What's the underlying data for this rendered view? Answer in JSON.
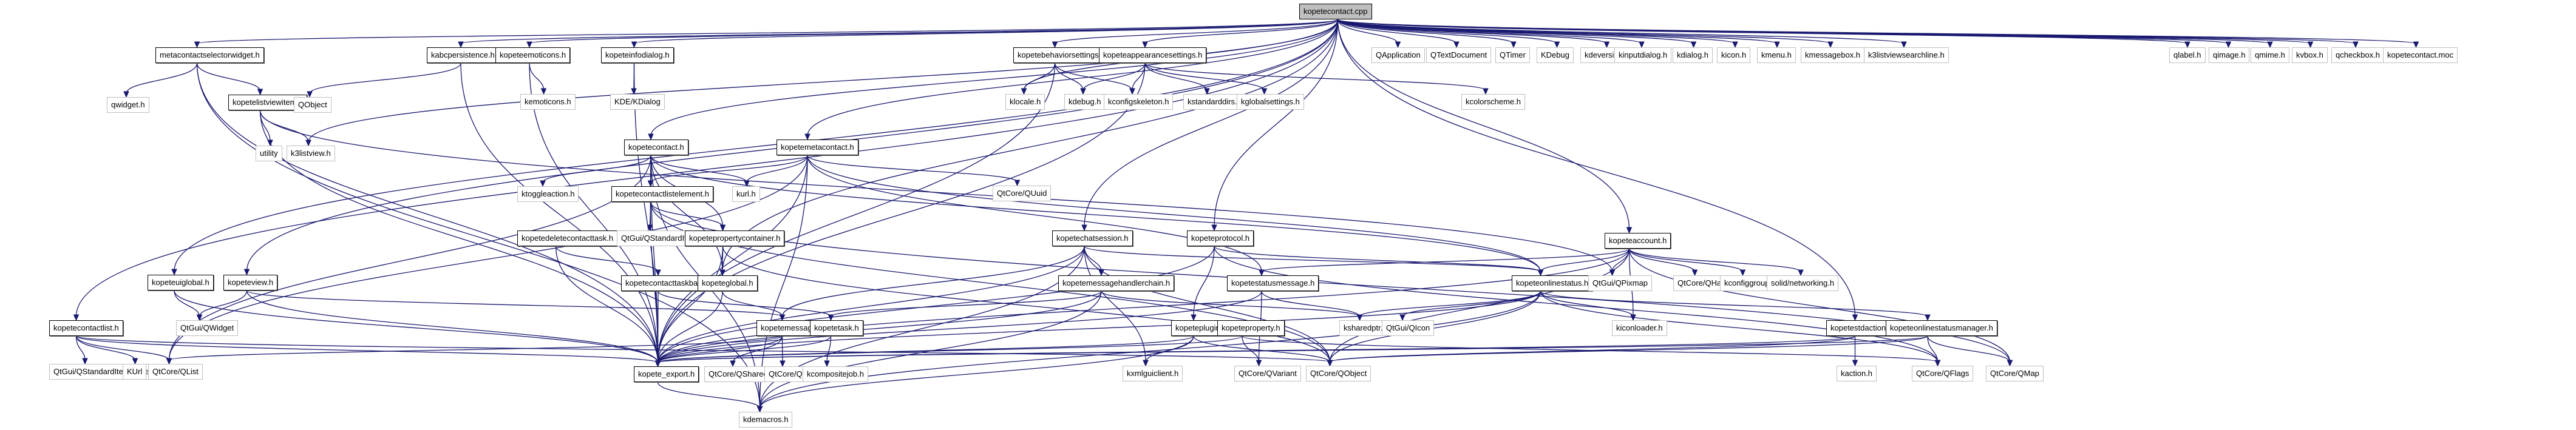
{
  "title": "kopetecontact.cpp include dependency graph",
  "colors": {
    "edge": "#191970",
    "root_fill": "#bfbfbf",
    "local_border": "#000000",
    "external_border": "#bfbfbf"
  },
  "nodes": [
    {
      "id": "root",
      "label": "kopetecontact.cpp",
      "kind": "root"
    },
    {
      "id": "metacontactselectorwidget",
      "label": "metacontactselectorwidget.h",
      "kind": "local"
    },
    {
      "id": "kabcpersistence",
      "label": "kabcpersistence.h",
      "kind": "local"
    },
    {
      "id": "kopeteemoticons",
      "label": "kopeteemoticons.h",
      "kind": "local"
    },
    {
      "id": "kopeteinfodialog",
      "label": "kopeteinfodialog.h",
      "kind": "local"
    },
    {
      "id": "kopetebehaviorsettings",
      "label": "kopetebehaviorsettings.h",
      "kind": "local"
    },
    {
      "id": "kopeteappearancesettings",
      "label": "kopeteappearancesettings.h",
      "kind": "local"
    },
    {
      "id": "QApplication",
      "label": "QApplication",
      "kind": "ext"
    },
    {
      "id": "QTextDocument",
      "label": "QTextDocument",
      "kind": "ext"
    },
    {
      "id": "QTimer",
      "label": "QTimer",
      "kind": "ext"
    },
    {
      "id": "KDebug",
      "label": "KDebug",
      "kind": "ext"
    },
    {
      "id": "kdeversion",
      "label": "kdeversion.h",
      "kind": "ext"
    },
    {
      "id": "kinputdialog",
      "label": "kinputdialog.h",
      "kind": "ext"
    },
    {
      "id": "kdialog",
      "label": "kdialog.h",
      "kind": "ext"
    },
    {
      "id": "kicon",
      "label": "kicon.h",
      "kind": "ext"
    },
    {
      "id": "kmenu",
      "label": "kmenu.h",
      "kind": "ext"
    },
    {
      "id": "kmessagebox",
      "label": "kmessagebox.h",
      "kind": "ext"
    },
    {
      "id": "k3listviewsearchline",
      "label": "k3listviewsearchline.h",
      "kind": "ext"
    },
    {
      "id": "qlabel",
      "label": "qlabel.h",
      "kind": "ext"
    },
    {
      "id": "qimage",
      "label": "qimage.h",
      "kind": "ext"
    },
    {
      "id": "qmime",
      "label": "qmime.h",
      "kind": "ext"
    },
    {
      "id": "kvbox",
      "label": "kvbox.h",
      "kind": "ext"
    },
    {
      "id": "qcheckbox",
      "label": "qcheckbox.h",
      "kind": "ext"
    },
    {
      "id": "kopetecontactmoc",
      "label": "kopetecontact.moc",
      "kind": "ext"
    },
    {
      "id": "qwidget",
      "label": "qwidget.h",
      "kind": "ext"
    },
    {
      "id": "kopetelistviewitem",
      "label": "kopetelistviewitem.h",
      "kind": "local"
    },
    {
      "id": "QObject",
      "label": "QObject",
      "kind": "ext"
    },
    {
      "id": "kemoticons",
      "label": "kemoticons.h",
      "kind": "ext"
    },
    {
      "id": "KDEKDialog",
      "label": "KDE/KDialog",
      "kind": "ext"
    },
    {
      "id": "klocale",
      "label": "klocale.h",
      "kind": "ext"
    },
    {
      "id": "kdebug",
      "label": "kdebug.h",
      "kind": "ext"
    },
    {
      "id": "kconfigskeleton",
      "label": "kconfigskeleton.h",
      "kind": "ext"
    },
    {
      "id": "kstandarddirs",
      "label": "kstandarddirs.h",
      "kind": "ext"
    },
    {
      "id": "kglobalsettings",
      "label": "kglobalsettings.h",
      "kind": "ext"
    },
    {
      "id": "kcolorscheme",
      "label": "kcolorscheme.h",
      "kind": "ext"
    },
    {
      "id": "utility",
      "label": "utility",
      "kind": "ext"
    },
    {
      "id": "k3listview",
      "label": "k3listview.h",
      "kind": "ext"
    },
    {
      "id": "kopetecontact",
      "label": "kopetecontact.h",
      "kind": "local"
    },
    {
      "id": "kopetemetacontact",
      "label": "kopetemetacontact.h",
      "kind": "local"
    },
    {
      "id": "ktoggleaction",
      "label": "ktoggleaction.h",
      "kind": "ext"
    },
    {
      "id": "kopetecontactlistelement",
      "label": "kopetecontactlistelement.h",
      "kind": "local"
    },
    {
      "id": "kurl",
      "label": "kurl.h",
      "kind": "ext"
    },
    {
      "id": "QUuid",
      "label": "QtCore/QUuid",
      "kind": "ext"
    },
    {
      "id": "kopetedeletecontacttask",
      "label": "kopetedeletecontacttask.h",
      "kind": "local"
    },
    {
      "id": "QStandardItem",
      "label": "QtGui/QStandardItem",
      "kind": "ext"
    },
    {
      "id": "kopetepropertycontainer",
      "label": "kopetepropertycontainer.h",
      "kind": "local"
    },
    {
      "id": "kopetechatsession",
      "label": "kopetechatsession.h",
      "kind": "local"
    },
    {
      "id": "kopeteprotocol",
      "label": "kopeteprotocol.h",
      "kind": "local"
    },
    {
      "id": "kopeteaccount",
      "label": "kopeteaccount.h",
      "kind": "local"
    },
    {
      "id": "kopeteuiglobal",
      "label": "kopeteuiglobal.h",
      "kind": "local"
    },
    {
      "id": "kopeteview",
      "label": "kopeteview.h",
      "kind": "local"
    },
    {
      "id": "kopetecontacttaskbase",
      "label": "kopetecontacttaskbase.h",
      "kind": "local"
    },
    {
      "id": "kopeteglobal",
      "label": "kopeteglobal.h",
      "kind": "local"
    },
    {
      "id": "kopetemessagehandlerchain",
      "label": "kopetemessagehandlerchain.h",
      "kind": "local"
    },
    {
      "id": "kopetestatusmessage",
      "label": "kopetestatusmessage.h",
      "kind": "local"
    },
    {
      "id": "kopeteonlinestatus",
      "label": "kopeteonlinestatus.h",
      "kind": "local"
    },
    {
      "id": "QPixmap",
      "label": "QtGui/QPixmap",
      "kind": "ext"
    },
    {
      "id": "QHash",
      "label": "QtCore/QHash",
      "kind": "ext"
    },
    {
      "id": "kconfiggroup",
      "label": "kconfiggroup.h",
      "kind": "ext"
    },
    {
      "id": "solidnetworking",
      "label": "solid/networking.h",
      "kind": "ext"
    },
    {
      "id": "kopetecontactlist",
      "label": "kopetecontactlist.h",
      "kind": "local"
    },
    {
      "id": "QWidget",
      "label": "QtGui/QWidget",
      "kind": "ext"
    },
    {
      "id": "kopetemessage",
      "label": "kopetemessage.h",
      "kind": "local"
    },
    {
      "id": "kopetetask",
      "label": "kopetetask.h",
      "kind": "local"
    },
    {
      "id": "kopeteplugin",
      "label": "kopeteplugin.h",
      "kind": "local"
    },
    {
      "id": "kopeteproperty",
      "label": "kopeteproperty.h",
      "kind": "local"
    },
    {
      "id": "ksharedptr",
      "label": "ksharedptr.h",
      "kind": "ext"
    },
    {
      "id": "QIcon",
      "label": "QtGui/QIcon",
      "kind": "ext"
    },
    {
      "id": "kiconloader",
      "label": "kiconloader.h",
      "kind": "ext"
    },
    {
      "id": "kopetestdaction",
      "label": "kopetestdaction.h",
      "kind": "local"
    },
    {
      "id": "kopeteonlinestatusmanager",
      "label": "kopeteonlinestatusmanager.h",
      "kind": "local"
    },
    {
      "id": "QStandardItemModel",
      "label": "QtGui/QStandardItemModel",
      "kind": "ext"
    },
    {
      "id": "KUrl",
      "label": "KUrl",
      "kind": "ext"
    },
    {
      "id": "QList",
      "label": "QtCore/QList",
      "kind": "ext"
    },
    {
      "id": "kopete_export",
      "label": "kopete_export.h",
      "kind": "local"
    },
    {
      "id": "QSharedData",
      "label": "QtCore/QSharedData",
      "kind": "ext"
    },
    {
      "id": "Qt",
      "label": "QtCore/Qt",
      "kind": "ext"
    },
    {
      "id": "kcompositejob",
      "label": "kcompositejob.h",
      "kind": "ext"
    },
    {
      "id": "kxmlguiclient",
      "label": "kxmlguiclient.h",
      "kind": "ext"
    },
    {
      "id": "QVariant",
      "label": "QtCore/QVariant",
      "kind": "ext"
    },
    {
      "id": "QObjectCore",
      "label": "QtCore/QObject",
      "kind": "ext"
    },
    {
      "id": "kaction",
      "label": "kaction.h",
      "kind": "ext"
    },
    {
      "id": "QFlags",
      "label": "QtCore/QFlags",
      "kind": "ext"
    },
    {
      "id": "QMap",
      "label": "QtCore/QMap",
      "kind": "ext"
    },
    {
      "id": "kdemacros",
      "label": "kdemacros.h",
      "kind": "ext"
    }
  ],
  "edges": [
    [
      "root",
      "metacontactselectorwidget"
    ],
    [
      "root",
      "kabcpersistence"
    ],
    [
      "root",
      "kopeteemoticons"
    ],
    [
      "root",
      "kopeteinfodialog"
    ],
    [
      "root",
      "kopetebehaviorsettings"
    ],
    [
      "root",
      "kopeteappearancesettings"
    ],
    [
      "root",
      "QApplication"
    ],
    [
      "root",
      "QTextDocument"
    ],
    [
      "root",
      "QTimer"
    ],
    [
      "root",
      "KDebug"
    ],
    [
      "root",
      "kdeversion"
    ],
    [
      "root",
      "kinputdialog"
    ],
    [
      "root",
      "kdialog"
    ],
    [
      "root",
      "kicon"
    ],
    [
      "root",
      "kmenu"
    ],
    [
      "root",
      "kmessagebox"
    ],
    [
      "root",
      "k3listviewsearchline"
    ],
    [
      "root",
      "qlabel"
    ],
    [
      "root",
      "qimage"
    ],
    [
      "root",
      "qmime"
    ],
    [
      "root",
      "kvbox"
    ],
    [
      "root",
      "qcheckbox"
    ],
    [
      "root",
      "kopetecontactmoc"
    ],
    [
      "root",
      "kopetecontact"
    ],
    [
      "root",
      "kopetemetacontact"
    ],
    [
      "root",
      "kopetechatsession"
    ],
    [
      "root",
      "kopeteprotocol"
    ],
    [
      "root",
      "kopeteaccount"
    ],
    [
      "root",
      "kopeteuiglobal"
    ],
    [
      "root",
      "kopeteview"
    ],
    [
      "root",
      "kopetecontactlist"
    ],
    [
      "root",
      "kopetestdaction"
    ],
    [
      "root",
      "klocale"
    ],
    [
      "root",
      "kopeteglobal"
    ],
    [
      "root",
      "k3listview"
    ],
    [
      "metacontactselectorwidget",
      "qwidget"
    ],
    [
      "metacontactselectorwidget",
      "kopetelistviewitem"
    ],
    [
      "metacontactselectorwidget",
      "kopete_export"
    ],
    [
      "metacontactselectorwidget",
      "kdemacros"
    ],
    [
      "kabcpersistence",
      "QObject"
    ],
    [
      "kabcpersistence",
      "kopete_export"
    ],
    [
      "kopeteemoticons",
      "kemoticons"
    ],
    [
      "kopeteemoticons",
      "kopete_export"
    ],
    [
      "kopeteinfodialog",
      "KDEKDialog"
    ],
    [
      "kopeteinfodialog",
      "kopete_export"
    ],
    [
      "kopetebehaviorsettings",
      "klocale"
    ],
    [
      "kopetebehaviorsettings",
      "kdebug"
    ],
    [
      "kopetebehaviorsettings",
      "kconfigskeleton"
    ],
    [
      "kopetebehaviorsettings",
      "kopete_export"
    ],
    [
      "kopeteappearancesettings",
      "kdebug"
    ],
    [
      "kopeteappearancesettings",
      "kconfigskeleton"
    ],
    [
      "kopeteappearancesettings",
      "kstandarddirs"
    ],
    [
      "kopeteappearancesettings",
      "kglobalsettings"
    ],
    [
      "kopeteappearancesettings",
      "kcolorscheme"
    ],
    [
      "kopeteappearancesettings",
      "kopete_export"
    ],
    [
      "kopetelistviewitem",
      "utility"
    ],
    [
      "kopetelistviewitem",
      "k3listview"
    ],
    [
      "kopetelistviewitem",
      "kopete_export"
    ],
    [
      "kopetelistviewitem",
      "QPixmap"
    ],
    [
      "kopetecontact",
      "ktoggleaction"
    ],
    [
      "kopetecontact",
      "kopetecontactlistelement"
    ],
    [
      "kopetecontact",
      "kurl"
    ],
    [
      "kopetecontact",
      "kopetepropertycontainer"
    ],
    [
      "kopetecontact",
      "kopeteglobal"
    ],
    [
      "kopetecontact",
      "kopete_export"
    ],
    [
      "kopetecontact",
      "kdemacros"
    ],
    [
      "kopetecontact",
      "QList"
    ],
    [
      "kopetecontact",
      "kopeteonlinestatus"
    ],
    [
      "kopetemetacontact",
      "kopetecontactlistelement"
    ],
    [
      "kopetemetacontact",
      "kurl"
    ],
    [
      "kopetemetacontact",
      "QUuid"
    ],
    [
      "kopetemetacontact",
      "kopeteonlinestatus"
    ],
    [
      "kopetemetacontact",
      "kopetestatusmessage"
    ],
    [
      "kopetemetacontact",
      "kopete_export"
    ],
    [
      "kopetemetacontact",
      "kdemacros"
    ],
    [
      "kopetemetacontact",
      "QList"
    ],
    [
      "kopetecontactlistelement",
      "QStandardItem"
    ],
    [
      "kopetecontactlistelement",
      "kopetepropertycontainer"
    ],
    [
      "kopetecontactlistelement",
      "kopete_export"
    ],
    [
      "kopetecontactlistelement",
      "QObjectCore"
    ],
    [
      "kopetecontactlistelement",
      "QMap"
    ],
    [
      "kopetepropertycontainer",
      "kopeteglobal"
    ],
    [
      "kopetepropertycontainer",
      "kopete_export"
    ],
    [
      "kopetepropertycontainer",
      "QObjectCore"
    ],
    [
      "kopetedeletecontacttask",
      "kopetecontacttaskbase"
    ],
    [
      "kopetedeletecontacttask",
      "kopete_export"
    ],
    [
      "kopetecontacttaskbase",
      "kopetetask"
    ],
    [
      "kopetecontacttaskbase",
      "kopete_export"
    ],
    [
      "kopeteglobal",
      "kopete_export"
    ],
    [
      "kopeteglobal",
      "kopetemessage"
    ],
    [
      "kopetechatsession",
      "kopetemessagehandlerchain"
    ],
    [
      "kopetechatsession",
      "kopetemessage"
    ],
    [
      "kopetechatsession",
      "kopete_export"
    ],
    [
      "kopetechatsession",
      "kxmlguiclient"
    ],
    [
      "kopetechatsession",
      "QObjectCore"
    ],
    [
      "kopetechatsession",
      "kdemacros"
    ],
    [
      "kopetechatsession",
      "kopeteonlinestatus"
    ],
    [
      "kopetemessagehandlerchain",
      "kopetetask"
    ],
    [
      "kopetemessagehandlerchain",
      "ksharedptr"
    ],
    [
      "kopetemessagehandlerchain",
      "kopete_export"
    ],
    [
      "kopetemessagehandlerchain",
      "kdemacros"
    ],
    [
      "kopeteprotocol",
      "kopeteplugin"
    ],
    [
      "kopeteprotocol",
      "kopeteonlinestatus"
    ],
    [
      "kopeteprotocol",
      "kopete_export"
    ],
    [
      "kopeteprotocol",
      "QFlags"
    ],
    [
      "kopeteaccount",
      "kopeteonlinestatus"
    ],
    [
      "kopeteaccount",
      "QPixmap"
    ],
    [
      "kopeteaccount",
      "QHash"
    ],
    [
      "kopeteaccount",
      "kconfiggroup"
    ],
    [
      "kopeteaccount",
      "solidnetworking"
    ],
    [
      "kopeteaccount",
      "kiconloader"
    ],
    [
      "kopeteaccount",
      "kopetestatusmessage"
    ],
    [
      "kopeteaccount",
      "kopete_export"
    ],
    [
      "kopeteaccount",
      "QObjectCore"
    ],
    [
      "kopeteaccount",
      "QMap"
    ],
    [
      "kopeteonlinestatus",
      "ksharedptr"
    ],
    [
      "kopeteonlinestatus",
      "QIcon"
    ],
    [
      "kopeteonlinestatus",
      "kiconloader"
    ],
    [
      "kopeteonlinestatus",
      "kopeteonlinestatusmanager"
    ],
    [
      "kopeteonlinestatus",
      "kopete_export"
    ],
    [
      "kopeteonlinestatus",
      "QObjectCore"
    ],
    [
      "kopeteonlinestatus",
      "QFlags"
    ],
    [
      "kopeteonlinestatus",
      "kdemacros"
    ],
    [
      "kopetestatusmessage",
      "ksharedptr"
    ],
    [
      "kopetestatusmessage",
      "QVariant"
    ],
    [
      "kopetestatusmessage",
      "kopete_export"
    ],
    [
      "kopeteuiglobal",
      "QWidget"
    ],
    [
      "kopeteuiglobal",
      "kopete_export"
    ],
    [
      "kopeteview",
      "QWidget"
    ],
    [
      "kopeteview",
      "kopete_export"
    ],
    [
      "kopeteview",
      "kopetemessage"
    ],
    [
      "kopetecontactlist",
      "QStandardItemModel"
    ],
    [
      "kopetecontactlist",
      "KUrl"
    ],
    [
      "kopetecontactlist",
      "QList"
    ],
    [
      "kopetecontactlist",
      "kopete_export"
    ],
    [
      "kopetecontactlist",
      "QObjectCore"
    ],
    [
      "kopetemessage",
      "QSharedData"
    ],
    [
      "kopetemessage",
      "Qt"
    ],
    [
      "kopetemessage",
      "kopete_export"
    ],
    [
      "kopetemessage",
      "QList"
    ],
    [
      "kopetetask",
      "kcompositejob"
    ],
    [
      "kopetetask",
      "kopete_export"
    ],
    [
      "kopeteplugin",
      "kxmlguiclient"
    ],
    [
      "kopeteplugin",
      "kopete_export"
    ],
    [
      "kopeteplugin",
      "kdemacros"
    ],
    [
      "kopeteplugin",
      "QObjectCore"
    ],
    [
      "kopeteproperty",
      "QVariant"
    ],
    [
      "kopeteproperty",
      "kopete_export"
    ],
    [
      "kopeteproperty",
      "QFlags"
    ],
    [
      "kopetestdaction",
      "kaction"
    ],
    [
      "kopetestdaction",
      "kopete_export"
    ],
    [
      "kopetestdaction",
      "QObjectCore"
    ],
    [
      "kopeteonlinestatusmanager",
      "QFlags"
    ],
    [
      "kopeteonlinestatusmanager",
      "QMap"
    ],
    [
      "kopeteonlinestatusmanager",
      "kopete_export"
    ],
    [
      "kopeteonlinestatusmanager",
      "QObjectCore"
    ],
    [
      "kopete_export",
      "kdemacros"
    ]
  ]
}
